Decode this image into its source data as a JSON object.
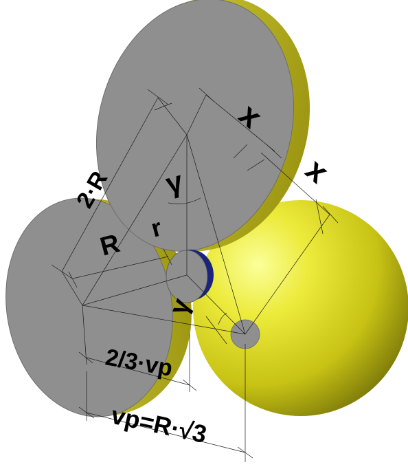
{
  "labels": {
    "two_r": "2·R",
    "x_top": "x",
    "x_side": "x",
    "gamma": "γ",
    "big_r": "R",
    "small_r": "r",
    "gamma_lower": "γ",
    "two_thirds": "2/3·vp",
    "vp_eq": "vp=R·√3"
  },
  "colors": {
    "disk_face": "#8f8f8f",
    "disk_rim": "#c9c227",
    "sphere_light": "#fbff8a",
    "sphere_mid": "#e1df2a",
    "sphere_dark": "#7d7a0a",
    "small_sphere_rim": "#1a237e",
    "line": "#1a1a1a",
    "background": "#ffffff"
  }
}
